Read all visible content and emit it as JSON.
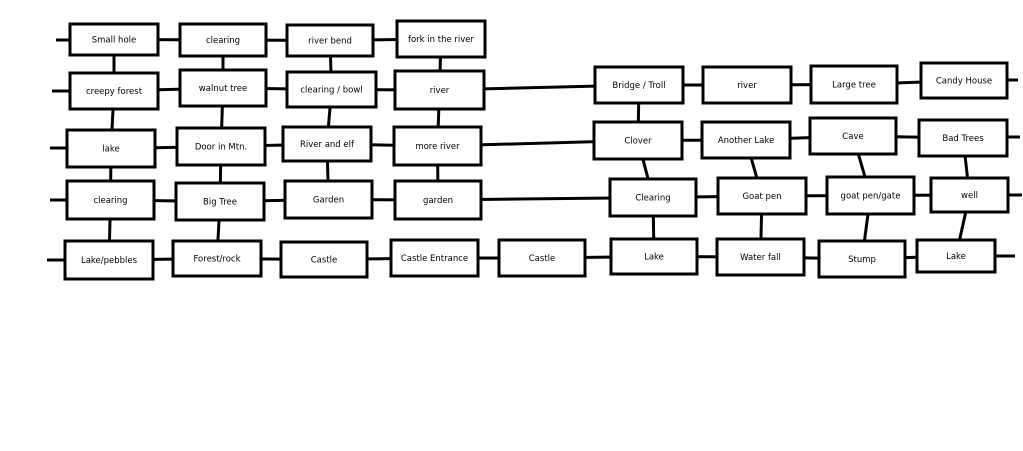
{
  "map": {
    "rooms": [
      {
        "id": "small-hole",
        "label": "Small hole"
      },
      {
        "id": "clearing-r1",
        "label": "clearing"
      },
      {
        "id": "river-bend",
        "label": "river bend"
      },
      {
        "id": "fork-in-river",
        "label": "fork in the river"
      },
      {
        "id": "creepy-forest",
        "label": "creepy forest"
      },
      {
        "id": "walnut-tree",
        "label": "walnut tree"
      },
      {
        "id": "clearing-bowl",
        "label": "clearing / bowl"
      },
      {
        "id": "river-r2",
        "label": "river"
      },
      {
        "id": "bridge-troll",
        "label": "Bridge / Troll"
      },
      {
        "id": "river-r2b",
        "label": "river"
      },
      {
        "id": "large-tree",
        "label": "Large tree"
      },
      {
        "id": "candy-house",
        "label": "Candy House"
      },
      {
        "id": "lake-r3",
        "label": "lake"
      },
      {
        "id": "door-in-mtn",
        "label": "Door in Mtn."
      },
      {
        "id": "river-and-elf",
        "label": "River and elf"
      },
      {
        "id": "more-river",
        "label": "more river"
      },
      {
        "id": "clover",
        "label": "Clover"
      },
      {
        "id": "another-lake",
        "label": "Another Lake"
      },
      {
        "id": "cave",
        "label": "Cave"
      },
      {
        "id": "bad-trees",
        "label": "Bad Trees"
      },
      {
        "id": "clearing-r4",
        "label": "clearing"
      },
      {
        "id": "big-tree",
        "label": "Big Tree"
      },
      {
        "id": "garden-cap",
        "label": "Garden"
      },
      {
        "id": "garden-low",
        "label": "garden"
      },
      {
        "id": "clearing-r4b",
        "label": "Clearing"
      },
      {
        "id": "goat-pen",
        "label": "Goat pen"
      },
      {
        "id": "goat-pen-gate",
        "label": "goat pen/gate"
      },
      {
        "id": "well",
        "label": "well"
      },
      {
        "id": "lake-pebbles",
        "label": "Lake/pebbles"
      },
      {
        "id": "forest-rock",
        "label": "Forest/rock"
      },
      {
        "id": "castle-1",
        "label": "Castle"
      },
      {
        "id": "castle-entrance",
        "label": "Castle Entrance"
      },
      {
        "id": "castle-2",
        "label": "Castle"
      },
      {
        "id": "lake-r5a",
        "label": "Lake"
      },
      {
        "id": "water-fall",
        "label": "Water fall"
      },
      {
        "id": "stump",
        "label": "Stump"
      },
      {
        "id": "lake-r5b",
        "label": "Lake"
      }
    ],
    "connections": [
      [
        "small-hole",
        "clearing-r1"
      ],
      [
        "clearing-r1",
        "river-bend"
      ],
      [
        "river-bend",
        "fork-in-river"
      ],
      [
        "creepy-forest",
        "walnut-tree"
      ],
      [
        "walnut-tree",
        "clearing-bowl"
      ],
      [
        "clearing-bowl",
        "river-r2"
      ],
      [
        "river-r2",
        "bridge-troll"
      ],
      [
        "bridge-troll",
        "river-r2b"
      ],
      [
        "river-r2b",
        "large-tree"
      ],
      [
        "large-tree",
        "candy-house"
      ],
      [
        "lake-r3",
        "door-in-mtn"
      ],
      [
        "door-in-mtn",
        "river-and-elf"
      ],
      [
        "river-and-elf",
        "more-river"
      ],
      [
        "more-river",
        "clover"
      ],
      [
        "clover",
        "another-lake"
      ],
      [
        "another-lake",
        "cave"
      ],
      [
        "cave",
        "bad-trees"
      ],
      [
        "clearing-r4",
        "big-tree"
      ],
      [
        "big-tree",
        "garden-cap"
      ],
      [
        "garden-cap",
        "garden-low"
      ],
      [
        "garden-low",
        "clearing-r4b"
      ],
      [
        "clearing-r4b",
        "goat-pen"
      ],
      [
        "goat-pen",
        "goat-pen-gate"
      ],
      [
        "goat-pen-gate",
        "well"
      ],
      [
        "lake-pebbles",
        "forest-rock"
      ],
      [
        "forest-rock",
        "castle-1"
      ],
      [
        "castle-1",
        "castle-entrance"
      ],
      [
        "castle-entrance",
        "castle-2"
      ],
      [
        "castle-2",
        "lake-r5a"
      ],
      [
        "lake-r5a",
        "water-fall"
      ],
      [
        "water-fall",
        "stump"
      ],
      [
        "stump",
        "lake-r5b"
      ],
      [
        "small-hole",
        "creepy-forest"
      ],
      [
        "creepy-forest",
        "lake-r3"
      ],
      [
        "lake-r3",
        "clearing-r4"
      ],
      [
        "clearing-r4",
        "lake-pebbles"
      ],
      [
        "clearing-r1",
        "walnut-tree"
      ],
      [
        "walnut-tree",
        "door-in-mtn"
      ],
      [
        "door-in-mtn",
        "big-tree"
      ],
      [
        "big-tree",
        "forest-rock"
      ],
      [
        "river-bend",
        "clearing-bowl"
      ],
      [
        "clearing-bowl",
        "river-and-elf"
      ],
      [
        "river-and-elf",
        "garden-cap"
      ],
      [
        "fork-in-river",
        "river-r2"
      ],
      [
        "river-r2",
        "more-river"
      ],
      [
        "more-river",
        "garden-low"
      ],
      [
        "bridge-troll",
        "clover"
      ],
      [
        "clover",
        "clearing-r4b"
      ],
      [
        "clearing-r4b",
        "lake-r5a"
      ],
      [
        "another-lake",
        "goat-pen"
      ],
      [
        "goat-pen",
        "water-fall"
      ],
      [
        "cave",
        "goat-pen-gate"
      ],
      [
        "goat-pen-gate",
        "stump"
      ],
      [
        "bad-trees",
        "well"
      ],
      [
        "well",
        "lake-r5b"
      ]
    ]
  }
}
